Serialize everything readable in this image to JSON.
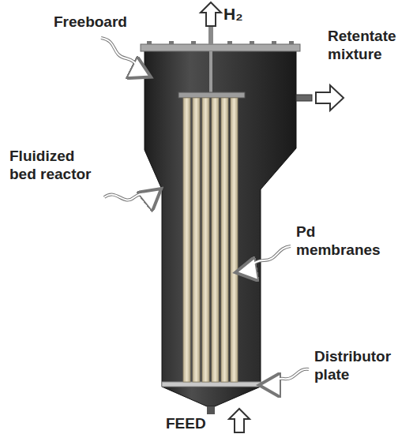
{
  "diagram": {
    "labels": [
      "H₂",
      "Freeboard",
      "Retentate mixture",
      "Fluidized bed reactor",
      "Pd membranes",
      "Distributor plate",
      "FEED"
    ]
  }
}
